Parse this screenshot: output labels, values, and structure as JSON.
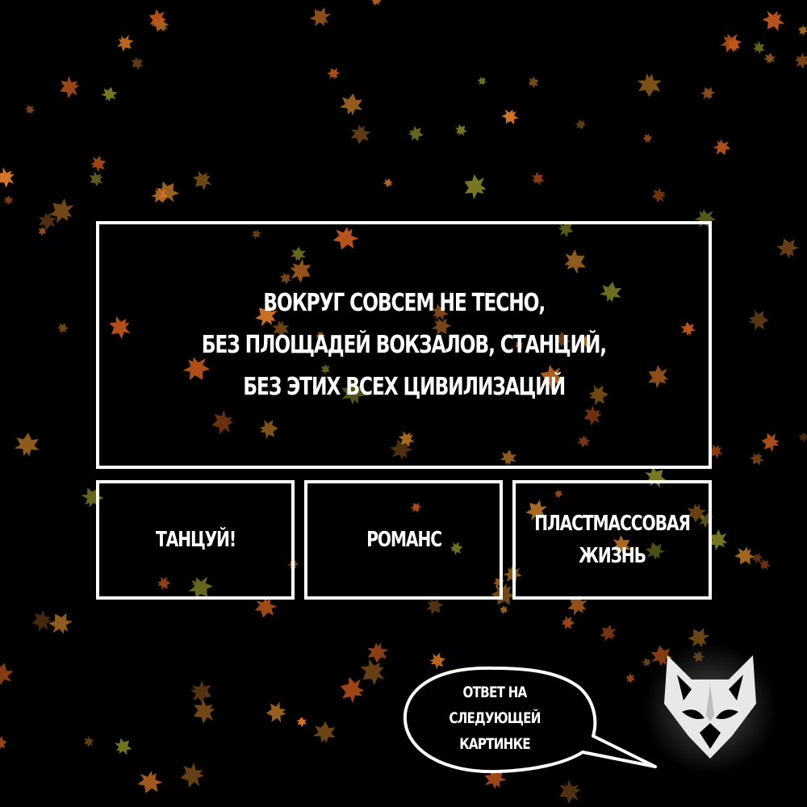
{
  "question": {
    "lines": [
      "ВОКРУГ СОВСЕМ НЕ ТЕСНО,",
      "БЕЗ ПЛОЩАДЕЙ ВОКЗАЛОВ, СТАНЦИЙ,",
      "БЕЗ ЭТИХ ВСЕХ ЦИВИЛИЗАЦИЙ"
    ]
  },
  "answers": [
    {
      "label": "ТАНЦУЙ!"
    },
    {
      "label": "РОМАНС"
    },
    {
      "label": "ПЛАСТМАССОВАЯ\nЖИЗНЬ"
    }
  ],
  "hint_bubble": {
    "text": "ОТВЕТ НА\nСЛЕДУЮЩЕЙ\nКАРТИНКЕ"
  },
  "logo": {
    "icon": "fox-head-icon"
  },
  "colors": {
    "background": "#000000",
    "foreground": "#ffffff",
    "leaf_orange": "#d9772a",
    "leaf_olive": "#8a8a2a",
    "leaf_brown": "#7a4a1a"
  }
}
